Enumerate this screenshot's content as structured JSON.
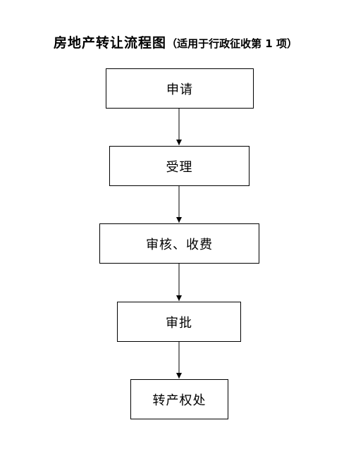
{
  "title": {
    "main": "房地产转让流程图",
    "sub": "（适用于行政征收第 1 项）"
  },
  "steps": [
    {
      "label": "申请"
    },
    {
      "label": "受理"
    },
    {
      "label": "审核、收费"
    },
    {
      "label": "审批"
    },
    {
      "label": "转产权处"
    }
  ],
  "colors": {
    "stroke": "#000000",
    "background": "#ffffff",
    "text": "#000000"
  }
}
